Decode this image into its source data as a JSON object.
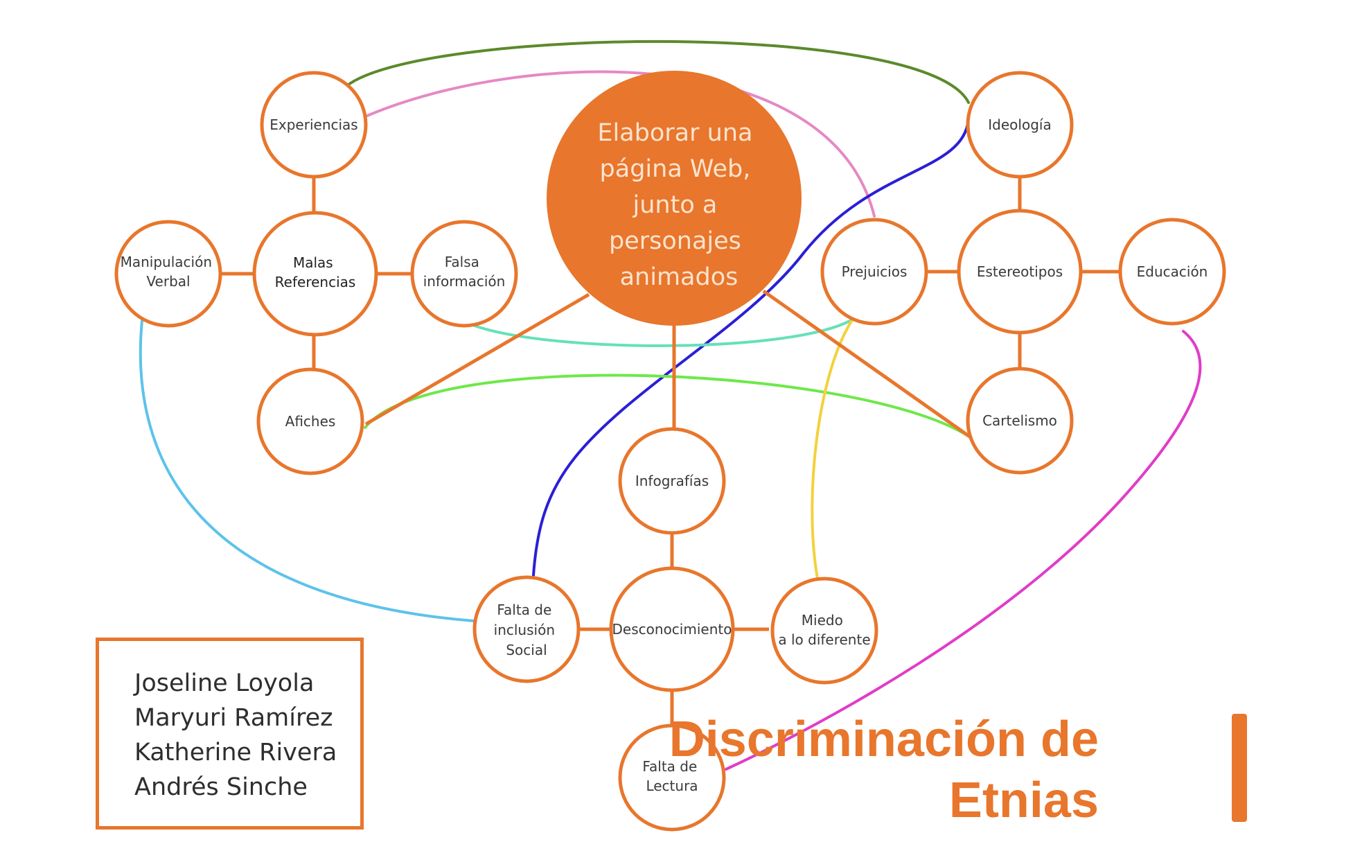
{
  "colors": {
    "orange": "#e8762c",
    "connector_dark_green": "#5b8a2b",
    "connector_pink": "#e589c4",
    "connector_blue": "#2a1fd6",
    "connector_teal": "#66e0b8",
    "connector_green": "#6ee84a",
    "connector_yellow": "#f2d23c",
    "connector_cyan": "#5cc3ea",
    "connector_magenta": "#e03cc8"
  },
  "center": {
    "lines": [
      "Elaborar una",
      "página Web,",
      "junto a",
      "personajes",
      "animados"
    ]
  },
  "nodes": {
    "experiencias": [
      "Experiencias"
    ],
    "malas_referencias": [
      "Malas",
      "Referencias"
    ],
    "manipulacion_verbal": [
      "Manipulación",
      "Verbal"
    ],
    "falsa_informacion": [
      "Falsa",
      "información"
    ],
    "afiches": [
      "Afiches"
    ],
    "ideologia": [
      "Ideología"
    ],
    "estereotipos": [
      "Estereotipos"
    ],
    "prejuicios": [
      "Prejuicios"
    ],
    "educacion": [
      "Educación"
    ],
    "cartelismo": [
      "Cartelismo"
    ],
    "infografias": [
      "Infografías"
    ],
    "desconocimiento": [
      "Desconocimiento"
    ],
    "falta_inclusion_social": [
      "Falta de",
      "inclusión",
      "Social"
    ],
    "miedo_diferente": [
      "Miedo",
      "a lo diferente"
    ],
    "falta_lectura": [
      "Falta de",
      "Lectura"
    ]
  },
  "authors": [
    "Joseline Loyola",
    "Maryuri Ramírez",
    "Katherine Rivera",
    "Andrés Sinche"
  ],
  "title": {
    "line1": "Discriminación de",
    "line2": "Etnias"
  }
}
